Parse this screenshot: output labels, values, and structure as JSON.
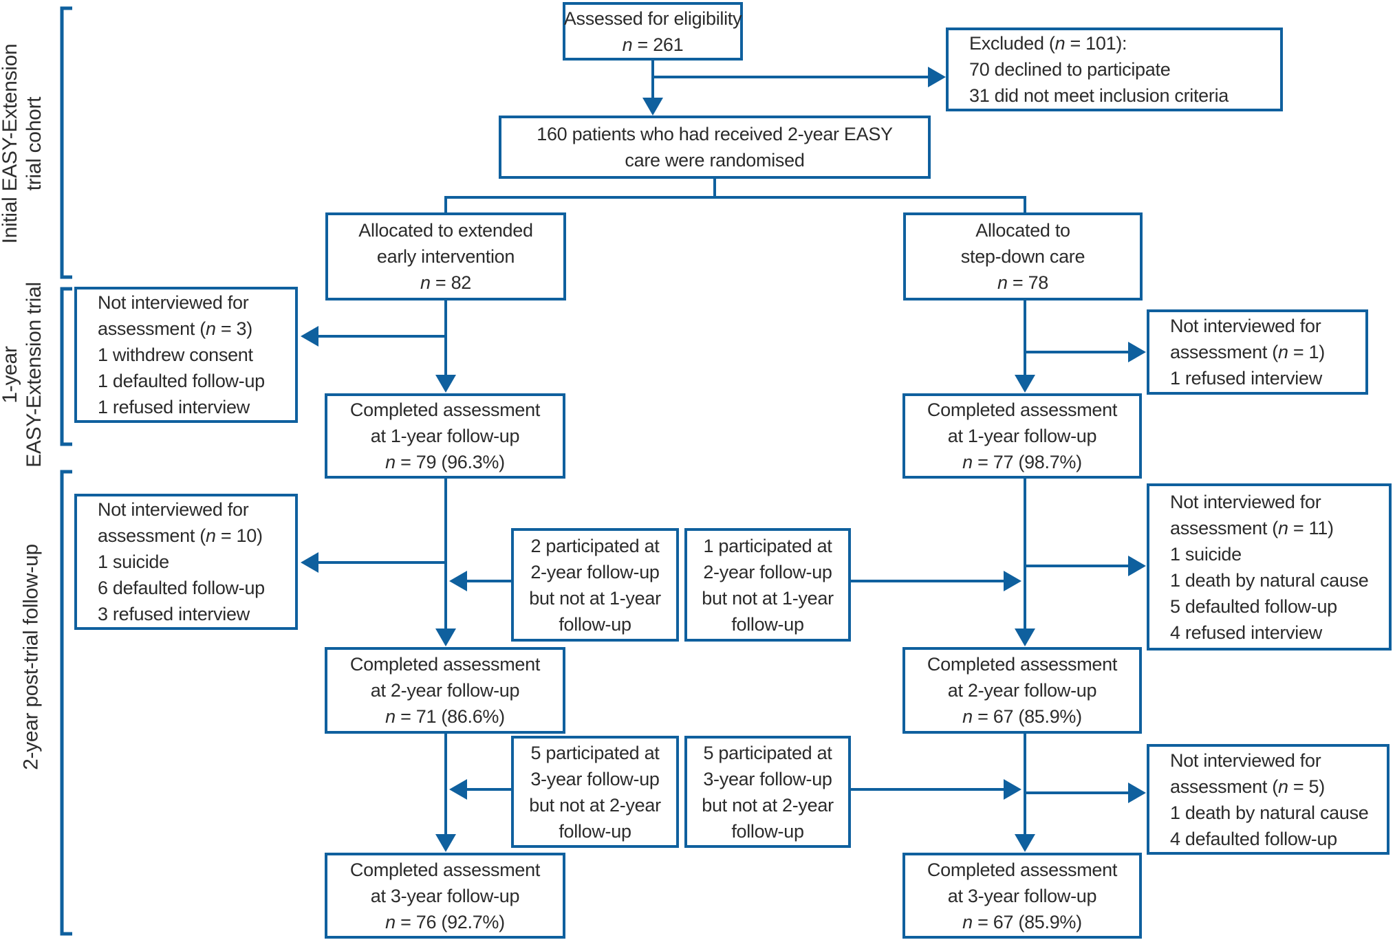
{
  "colors": {
    "accent": "#0f609e",
    "text": "#2b2b2b",
    "background": "#ffffff"
  },
  "side_labels": {
    "initial": {
      "line1": "Initial EASY-Extension",
      "line2": "trial cohort"
    },
    "one_year": {
      "line1": "1-year",
      "line2": "EASY-Extension trial"
    },
    "two_year": {
      "line1": "2-year post-trial follow-up"
    }
  },
  "boxes": {
    "assessed": {
      "l1": "Assessed for eligibility",
      "n": "n",
      "nv": " = 261"
    },
    "excluded": {
      "pre": "Excluded (",
      "n": "n",
      "post": " = 101):",
      "l2": "70 declined to participate",
      "l3": "31 did not meet inclusion criteria"
    },
    "randomised": {
      "l1": "160 patients who had received 2-year EASY",
      "l2": "care were randomised"
    },
    "alloc_left": {
      "l1": "Allocated to extended",
      "l2": "early intervention",
      "n": "n",
      "nv": " = 82"
    },
    "alloc_right": {
      "l1": "Allocated to",
      "l2": "step-down care",
      "n": "n",
      "nv": " = 78"
    },
    "ni1_left": {
      "l1": "Not interviewed for",
      "pre": "assessment (",
      "n": "n",
      "post": " = 3)",
      "r1": "1 withdrew consent",
      "r2": "1 defaulted follow-up",
      "r3": "1 refused interview"
    },
    "ni1_right": {
      "l1": "Not interviewed for",
      "pre": "assessment (",
      "n": "n",
      "post": " = 1)",
      "r1": "1 refused interview"
    },
    "comp1_left": {
      "l1": "Completed assessment",
      "l2": "at 1-year follow-up",
      "n": "n",
      "nv": " = 79 (96.3%)"
    },
    "comp1_right": {
      "l1": "Completed assessment",
      "l2": "at 1-year follow-up",
      "n": "n",
      "nv": " = 77 (98.7%)"
    },
    "ni2_left": {
      "l1": "Not interviewed for",
      "pre": "assessment (",
      "n": "n",
      "post": " = 10)",
      "r1": "1 suicide",
      "r2": "6 defaulted follow-up",
      "r3": "3 refused interview"
    },
    "part2_left": {
      "l1": "2 participated at",
      "l2": "2-year follow-up",
      "l3": "but not at 1-year",
      "l4": "follow-up"
    },
    "part2_right": {
      "l1": "1 participated at",
      "l2": "2-year follow-up",
      "l3": "but not at 1-year",
      "l4": "follow-up"
    },
    "ni2_right": {
      "l1": "Not interviewed for",
      "pre": "assessment (",
      "n": "n",
      "post": " = 11)",
      "r1": "1 suicide",
      "r2": "1 death by natural cause",
      "r3": "5 defaulted follow-up",
      "r4": "4 refused interview"
    },
    "comp2_left": {
      "l1": "Completed assessment",
      "l2": "at 2-year follow-up",
      "n": "n",
      "nv": " = 71 (86.6%)"
    },
    "comp2_right": {
      "l1": "Completed assessment",
      "l2": "at 2-year follow-up",
      "n": "n",
      "nv": " = 67 (85.9%)"
    },
    "part3_left": {
      "l1": "5 participated at",
      "l2": "3-year follow-up",
      "l3": "but not at 2-year",
      "l4": "follow-up"
    },
    "part3_right": {
      "l1": "5 participated at",
      "l2": "3-year follow-up",
      "l3": "but not at 2-year",
      "l4": "follow-up"
    },
    "ni3_right": {
      "l1": "Not interviewed for",
      "pre": "assessment (",
      "n": "n",
      "post": " = 5)",
      "r1": "1 death by natural cause",
      "r2": "4 defaulted follow-up"
    },
    "comp3_left": {
      "l1": "Completed assessment",
      "l2": "at 3-year follow-up",
      "n": "n",
      "nv": " = 76 (92.7%)"
    },
    "comp3_right": {
      "l1": "Completed assessment",
      "l2": "at 3-year follow-up",
      "n": "n",
      "nv": " = 67 (85.9%)"
    }
  }
}
